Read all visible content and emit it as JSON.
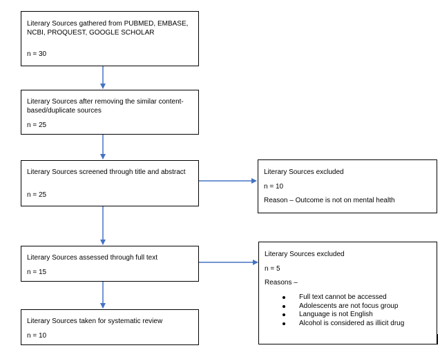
{
  "flowchart": {
    "box1": {
      "title": "Literary Sources gathered from PUBMED, EMBASE, NCBI, PROQUEST, GOOGLE SCHOLAR",
      "count": "n = 30"
    },
    "box2": {
      "title": "Literary Sources after removing the similar content-based/duplicate sources",
      "count": "n = 25"
    },
    "box3": {
      "title": "Literary Sources screened through title and abstract",
      "count": "n = 25"
    },
    "box4": {
      "title": "Literary Sources assessed through full text",
      "count": "n = 15"
    },
    "box5": {
      "title": "Literary Sources taken for systematic review",
      "count": "n = 10"
    },
    "excluded1": {
      "title": "Literary Sources excluded",
      "count": "n = 10",
      "reason": "Reason – Outcome is not on mental health"
    },
    "excluded2": {
      "title": "Literary Sources excluded",
      "count": "n = 5",
      "reasons_label": "Reasons –",
      "reasons": [
        "Full text cannot be accessed",
        "Adolescents are not focus group",
        "Language is not English",
        "Alcohol is considered as illicit drug"
      ]
    }
  },
  "colors": {
    "arrow": "#4472C4",
    "border": "#000000"
  }
}
